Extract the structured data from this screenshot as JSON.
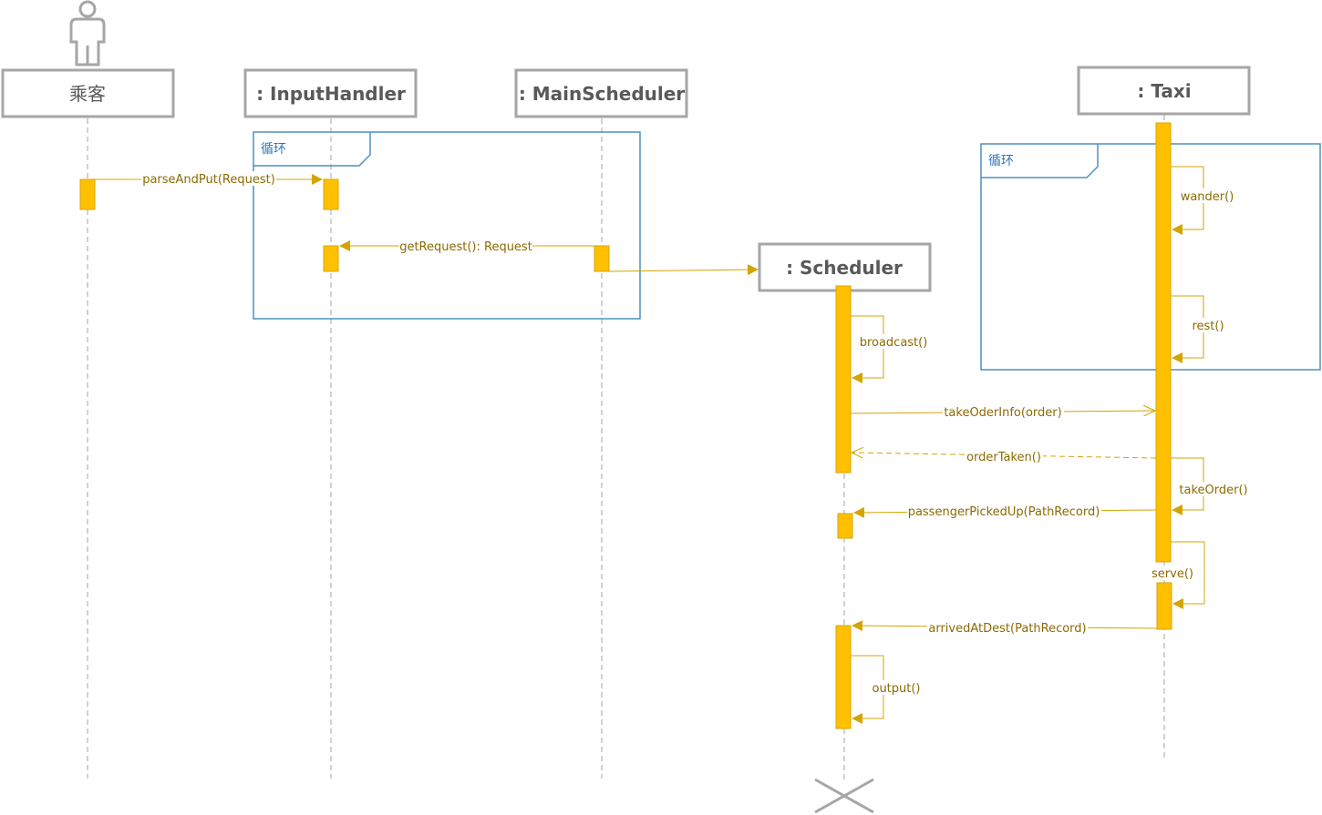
{
  "lifelines": {
    "passenger": {
      "label": "乘客"
    },
    "input_handler": {
      "label": ": InputHandler"
    },
    "main_scheduler": {
      "label": ": MainScheduler"
    },
    "scheduler": {
      "label": ": Scheduler"
    },
    "taxi": {
      "label": ": Taxi"
    }
  },
  "frames": {
    "loop_left": {
      "label": "循环"
    },
    "loop_right": {
      "label": "循环"
    }
  },
  "messages": {
    "parse_and_put": "parseAndPut(Request)",
    "get_request": "getRequest(): Request",
    "broadcast": "broadcast()",
    "wander": "wander()",
    "rest": "rest()",
    "take_order_info": "takeOderInfo(order)",
    "order_taken": "orderTaken()",
    "take_order": "takeOrder()",
    "passenger_picked_up": "passengerPickedUp(PathRecord)",
    "serve": "serve()",
    "arrived_at_dest": "arrivedAtDest(PathRecord)",
    "output": "output()"
  },
  "colors": {
    "lifeline_border": "#a6a6a6",
    "activation": "#ffc000",
    "activation_border": "#d9a400",
    "message_line": "#d4a400",
    "frame": "#4f8fbf"
  }
}
